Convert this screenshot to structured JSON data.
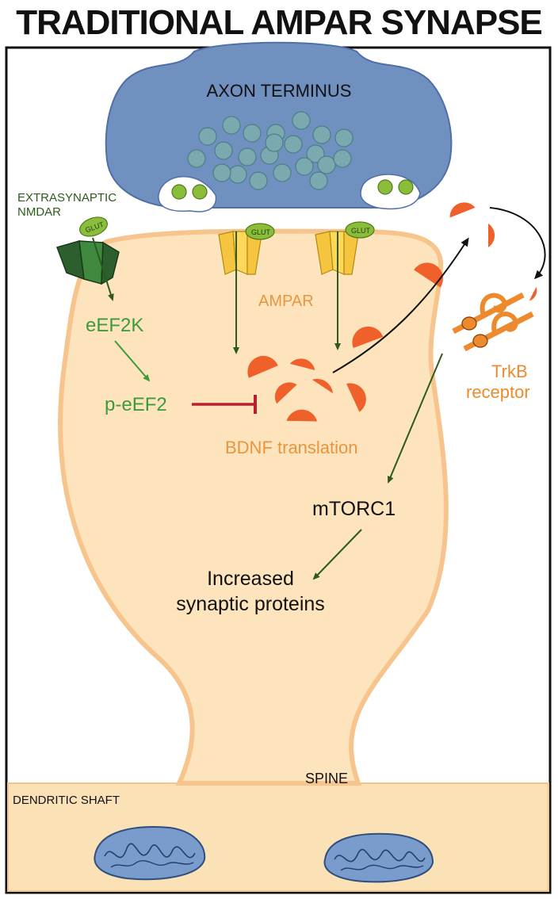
{
  "title": "TRADITIONAL AMPAR SYNAPSE",
  "labels": {
    "axon": "AXON TERMINUS",
    "extrasynaptic_line1": "EXTRASYNAPTIC",
    "extrasynaptic_line2": "NMDAR",
    "glut": "GLUT",
    "ampar": "AMPAR",
    "eef2k": "eEF2K",
    "peef2": "p-eEF2",
    "bdnf": "BDNF translation",
    "trkb_line1": "TrkB",
    "trkb_line2": "receptor",
    "mtorc1": "mTORC1",
    "increased_line1": "Increased",
    "increased_line2": "synaptic proteins",
    "spine": "SPINE",
    "dendritic_shaft": "DENDRITIC SHAFT"
  },
  "colors": {
    "axon": "#7090c0",
    "vesicle": "#7aaab0",
    "spine_fill": "#fce3bc",
    "spine_edge": "#f6c690",
    "nmdar": "#2f6e35",
    "glut": "#8cbd3a",
    "ampar": "#f5c540",
    "bdnf": "#f0602a",
    "trkb": "#ee8a2e",
    "arrow_green": "#2f5a1e",
    "inhibit": "#b8202e",
    "mito": "#7a9ccc"
  }
}
